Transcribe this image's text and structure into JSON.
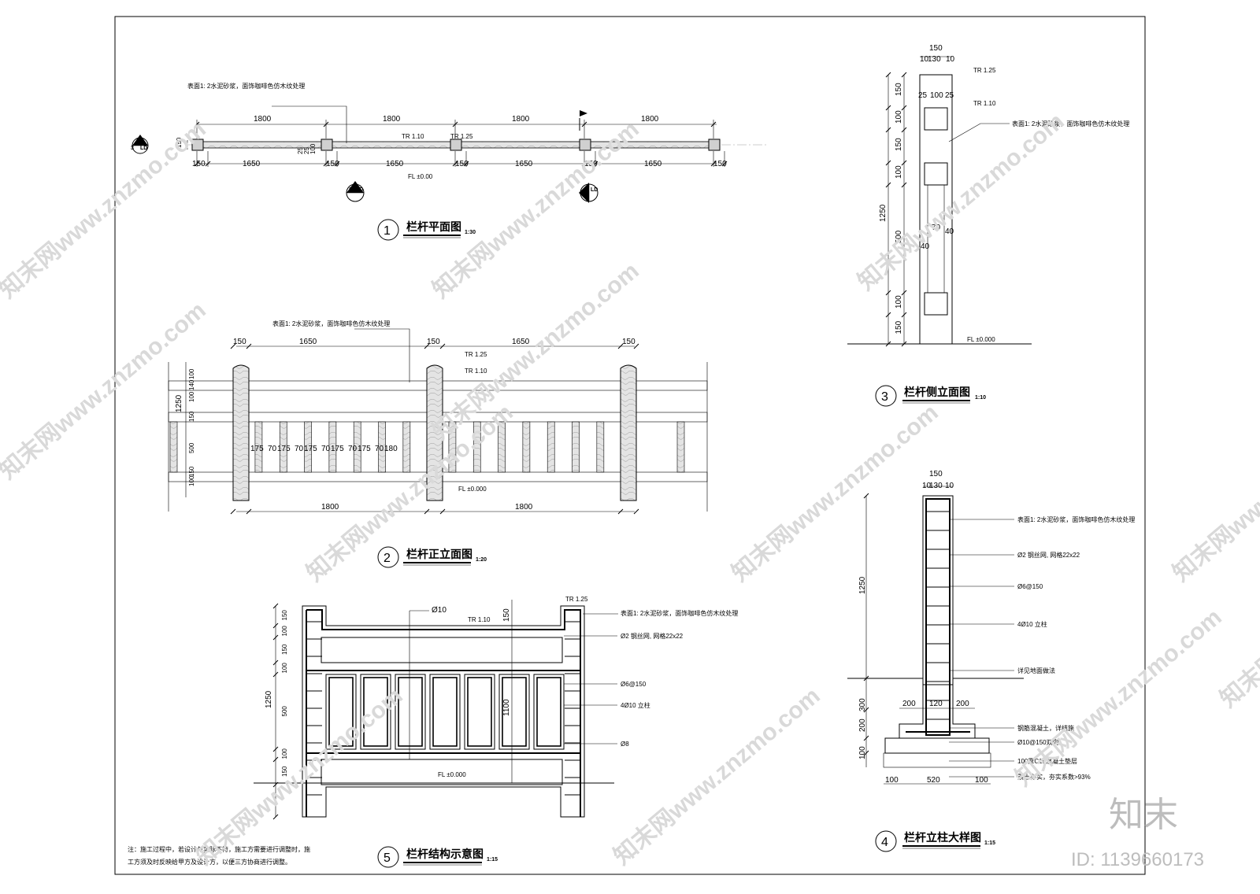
{
  "watermark": {
    "text": "知末网www.znzmo.com",
    "logo": "知末",
    "id": "ID: 1139660173"
  },
  "common": {
    "surface_note": "表面1: 2水泥砂浆，面饰咖啡色仿木纹处理",
    "fl0": "FL ±0.00",
    "fl000": "FL ±0.000",
    "tr125": "TR 1.25",
    "tr110": "TR 1.10",
    "ld": "LD"
  },
  "view1": {
    "num": "1",
    "title": "栏杆平面图",
    "scale": "1:30",
    "top_dims": [
      "1800",
      "1800",
      "1800",
      "1800"
    ],
    "bottom_dims": [
      "150",
      "1650",
      "150",
      "1650",
      "150",
      "1650",
      "150",
      "1650",
      "150"
    ],
    "left_dims": [
      "150",
      "25",
      "25",
      "100"
    ],
    "markers": [
      "3",
      "2",
      "4"
    ]
  },
  "view2": {
    "num": "2",
    "title": "栏杆正立面图",
    "scale": "1:20",
    "top_dims": [
      "150",
      "1650",
      "150",
      "1650",
      "150"
    ],
    "bay_dims": [
      "175",
      "70",
      "175",
      "70",
      "175",
      "70",
      "175",
      "70",
      "175",
      "70",
      "180"
    ],
    "bottom_dims": [
      "1800",
      "1800"
    ],
    "left_total": "1250",
    "left_dims": [
      "100",
      "140",
      "100",
      "150",
      "500",
      "150",
      "100"
    ]
  },
  "view3": {
    "num": "3",
    "title": "栏杆侧立面图",
    "scale": "1:10",
    "top_total": "150",
    "top_dims": [
      "10",
      "130",
      "10"
    ],
    "inner_dims": [
      "25",
      "100",
      "25"
    ],
    "left_total": "1250",
    "left_dims": [
      "150",
      "100",
      "150",
      "100",
      "500",
      "100",
      "150"
    ],
    "mid_dims": [
      "70",
      "40",
      "40"
    ]
  },
  "view4": {
    "num": "4",
    "title": "栏杆立柱大样图",
    "scale": "1:15",
    "top_total": "150",
    "top_dims": [
      "10",
      "130",
      "10"
    ],
    "left_dims": [
      "1250",
      "300",
      "200",
      "100"
    ],
    "footing_dims": [
      "200",
      "120",
      "200"
    ],
    "base_dims": [
      "100",
      "520",
      "100"
    ],
    "labels": [
      "表面1: 2水泥砂浆，面饰咖啡色仿木纹处理",
      "Ø2 钢丝网, 网格22x22",
      "Ø6@150",
      "4Ø10 立柱",
      "详见地面做法",
      "钢筋混凝土，详结施",
      "Ø10@150双向",
      "100厚C15混凝土垫层",
      "素土夯实，夯实系数>93%"
    ]
  },
  "view5": {
    "num": "5",
    "title": "栏杆结构示意图",
    "scale": "1:15",
    "left_total": "1250",
    "left_dims": [
      "150",
      "100",
      "150",
      "100",
      "500",
      "100",
      "150"
    ],
    "inner_height": "150",
    "inner_total": "1100",
    "labels": [
      "Ø10",
      "Ø2 钢丝网, 网格22x22",
      "Ø6@150",
      "4Ø10 立柱",
      "Ø8"
    ]
  },
  "note": {
    "line1": "注：施工过程中，若设计与实际不符，施工方需要进行调整时，施",
    "line2": "工方须及时反映给甲方及设计方，以便三方协商进行调整。"
  }
}
